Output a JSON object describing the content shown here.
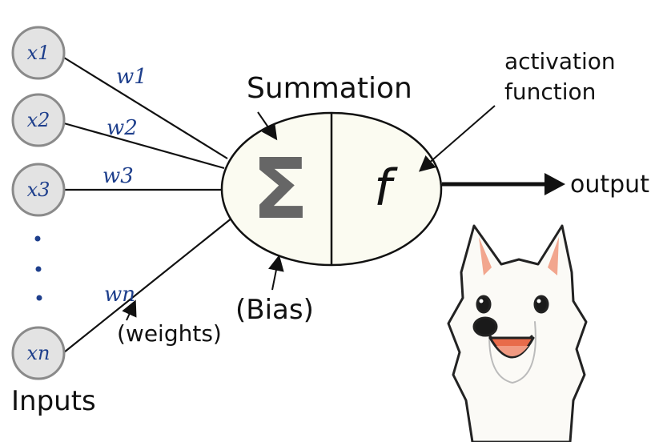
{
  "inputs": {
    "nodes": [
      {
        "label": "x1"
      },
      {
        "label": "x2"
      },
      {
        "label": "x3"
      },
      {
        "label": "xn"
      }
    ],
    "title": "Inputs"
  },
  "weights": {
    "labels": [
      "w1",
      "w2",
      "w3",
      "wn"
    ],
    "caption": "(weights)"
  },
  "neuron": {
    "summation_label": "Summation",
    "summation_symbol": "Σ",
    "activation_label_line1": "activation",
    "activation_label_line2": "function",
    "activation_symbol": "f",
    "bias_label": "(Bias)"
  },
  "output": {
    "label": "output"
  },
  "mascot": {
    "name": "white-dog-mascot"
  },
  "colors": {
    "node_fill": "#e3e3e3",
    "node_stroke": "#8a8a8a",
    "weight_ink": "#1e3f8c",
    "neuron_fill": "#fbfbf1",
    "sigma": "#666666"
  }
}
